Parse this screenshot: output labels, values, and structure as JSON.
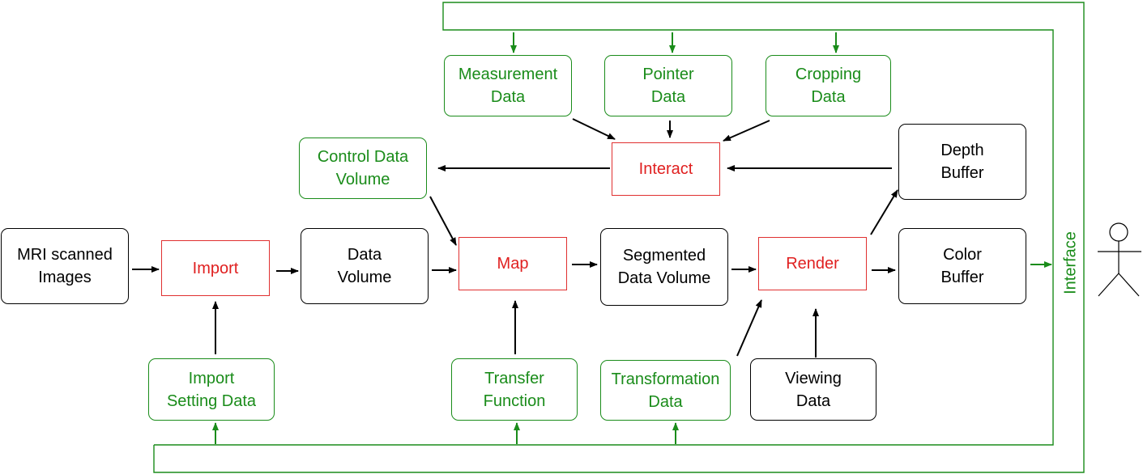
{
  "colors": {
    "process": "#e02020",
    "data_green": "#1a8c1a",
    "data_black": "#000000"
  },
  "boxes": {
    "mri_images": [
      "MRI scanned",
      "Images"
    ],
    "import": [
      "Import"
    ],
    "data_volume": [
      "Data",
      "Volume"
    ],
    "map": [
      "Map"
    ],
    "segmented_data_volume": [
      "Segmented",
      "Data Volume"
    ],
    "render": [
      "Render"
    ],
    "color_buffer": [
      "Color",
      "Buffer"
    ],
    "depth_buffer": [
      "Depth",
      "Buffer"
    ],
    "interact": [
      "Interact"
    ],
    "control_data_volume": [
      "Control Data",
      "Volume"
    ],
    "measurement_data": [
      "Measurement",
      "Data"
    ],
    "pointer_data": [
      "Pointer",
      "Data"
    ],
    "cropping_data": [
      "Cropping",
      "Data"
    ],
    "import_setting_data": [
      "Import",
      "Setting Data"
    ],
    "transfer_function": [
      "Transfer",
      "Function"
    ],
    "transformation_data": [
      "Transformation",
      "Data"
    ],
    "viewing_data": [
      "Viewing",
      "Data"
    ]
  },
  "interface_label": "Interface",
  "actor_icon": "stick-figure-user-icon"
}
